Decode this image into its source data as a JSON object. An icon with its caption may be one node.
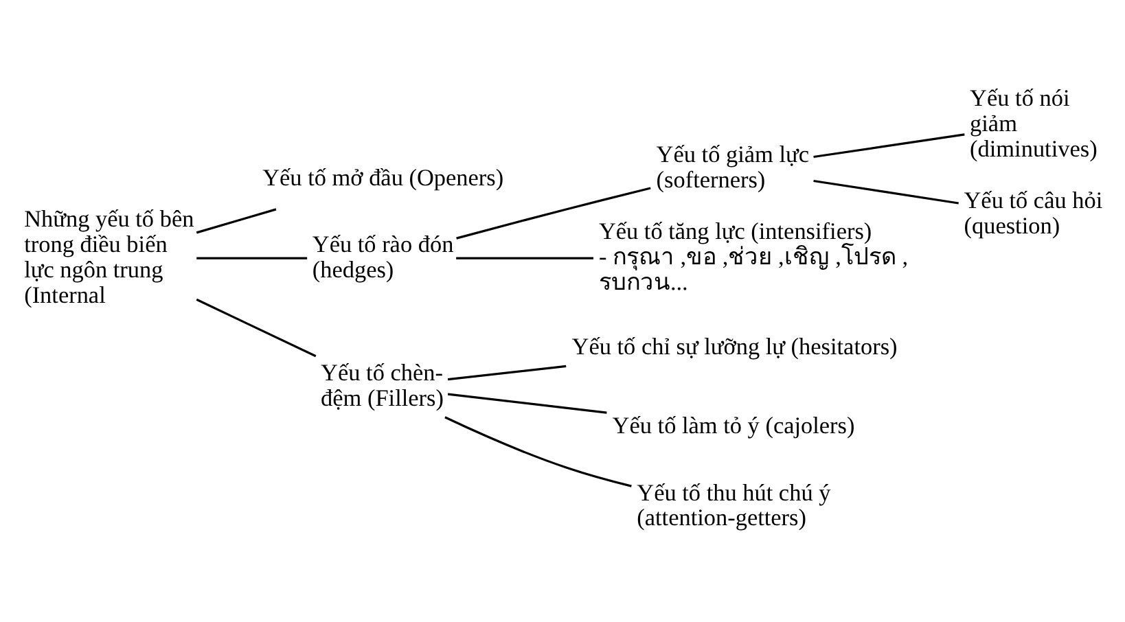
{
  "diagram": {
    "nodes": [
      {
        "text": [
          "Những yếu tố bên trong điều biến lực ngôn trung (Internal"
        ]
      },
      {
        "text": [
          "Yếu tố mở đầu (Openers)"
        ]
      },
      {
        "text": [
          "Yếu tố rào đón (hedges)"
        ]
      },
      {
        "text": [
          "Yếu tố giảm lực (softerners)"
        ]
      },
      {
        "text": [
          "Yếu tố nói giảm (diminutives)"
        ]
      },
      {
        "text": [
          "Yếu tố câu hỏi (question)"
        ]
      },
      {
        "text": [
          "Yếu tố tăng lực (intensifiers)",
          "- กรุณา ,ขอ ,ช่วย ,เชิญ ,โปรด , รบกวน..."
        ]
      },
      {
        "text": [
          "Yếu tố chèn-đệm (Fillers)"
        ]
      },
      {
        "text": [
          "Yếu tố chỉ sự lưỡng lự (hesitators)"
        ]
      },
      {
        "text": [
          "Yếu tố làm tỏ ý (cajolers)"
        ]
      },
      {
        "text": [
          "Yếu tố thu hút chú ý (attention-getters)"
        ]
      }
    ],
    "edges": [
      {
        "from": 0,
        "to": 1,
        "arrow": "none"
      },
      {
        "from": 0,
        "to": 2,
        "arrow": "none"
      },
      {
        "from": 0,
        "to": 7,
        "arrow": "none"
      },
      {
        "from": 2,
        "to": 3,
        "arrow": "none"
      },
      {
        "from": 2,
        "to": 6,
        "arrow": "none"
      },
      {
        "from": 3,
        "to": 4,
        "arrow": "none"
      },
      {
        "from": 3,
        "to": 5,
        "arrow": "none"
      },
      {
        "from": 7,
        "to": 8,
        "arrow": "none"
      },
      {
        "from": 7,
        "to": 9,
        "arrow": "none"
      },
      {
        "from": 7,
        "to": 10,
        "arrow": "none"
      }
    ]
  }
}
